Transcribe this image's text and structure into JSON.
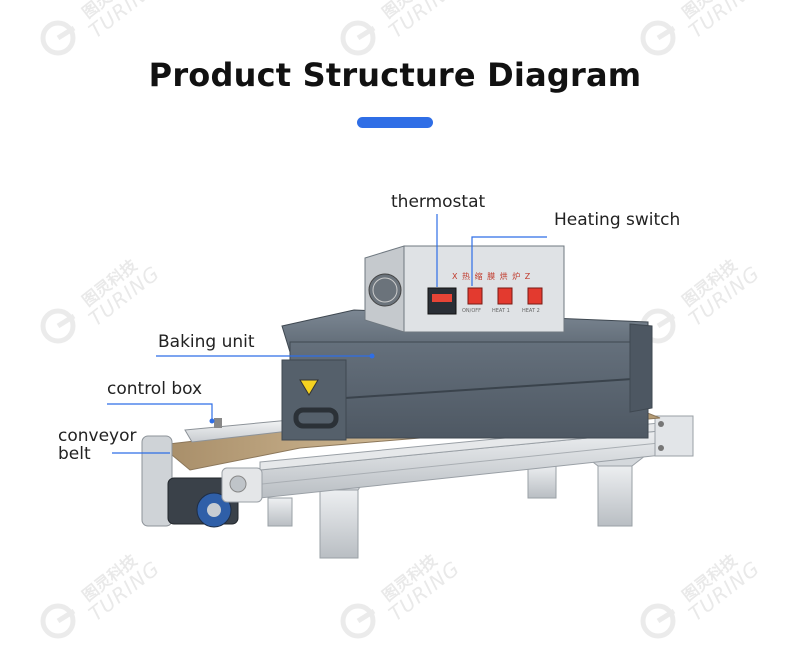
{
  "page": {
    "title": "Product Structure Diagram",
    "accent_color": "#2f6ee6"
  },
  "watermark": {
    "cn_text": "图灵科技",
    "en_text": "TURING",
    "icon": "turing-logo-icon"
  },
  "labels": {
    "thermostat": "thermostat",
    "heating_switch": "Heating switch",
    "baking_unit": "Baking unit",
    "control_box": "control box",
    "conveyor_line1": "conveyor",
    "conveyor_line2": "belt"
  },
  "panel": {
    "header_text": "X 热 缩 膜 烘 炉 Z",
    "thermostat_display": "",
    "switch_captions": [
      "ON/OFF",
      "HEAT 1",
      "HEAT 2"
    ]
  },
  "colors": {
    "callout_line": "#2f6ee6",
    "oven_body": "#5f6a76",
    "control_panel": "#dcdfe2",
    "switch_red": "#e33a2f",
    "belt": "#c9b08a",
    "frame": "#d7dadd"
  }
}
